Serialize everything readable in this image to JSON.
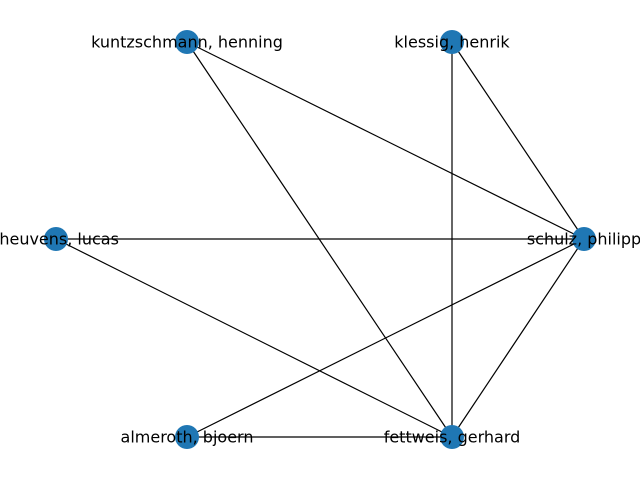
{
  "graph": {
    "node_color": "#1f77b4",
    "edge_color": "#000000",
    "nodes": [
      {
        "id": "kuntzschmann",
        "label": "kuntzschmann, henning"
      },
      {
        "id": "klessig",
        "label": "klessig, henrik"
      },
      {
        "id": "theuvens",
        "label": "theuvens, lucas"
      },
      {
        "id": "schulz",
        "label": "schulz, philipp"
      },
      {
        "id": "almeroth",
        "label": "almeroth, bjoern"
      },
      {
        "id": "fettweis",
        "label": "fettweis, gerhard"
      }
    ],
    "edges": [
      {
        "source": "kuntzschmann",
        "target": "schulz"
      },
      {
        "source": "kuntzschmann",
        "target": "fettweis"
      },
      {
        "source": "klessig",
        "target": "schulz"
      },
      {
        "source": "klessig",
        "target": "fettweis"
      },
      {
        "source": "theuvens",
        "target": "schulz"
      },
      {
        "source": "theuvens",
        "target": "fettweis"
      },
      {
        "source": "almeroth",
        "target": "schulz"
      },
      {
        "source": "almeroth",
        "target": "fettweis"
      },
      {
        "source": "schulz",
        "target": "fettweis"
      }
    ]
  }
}
